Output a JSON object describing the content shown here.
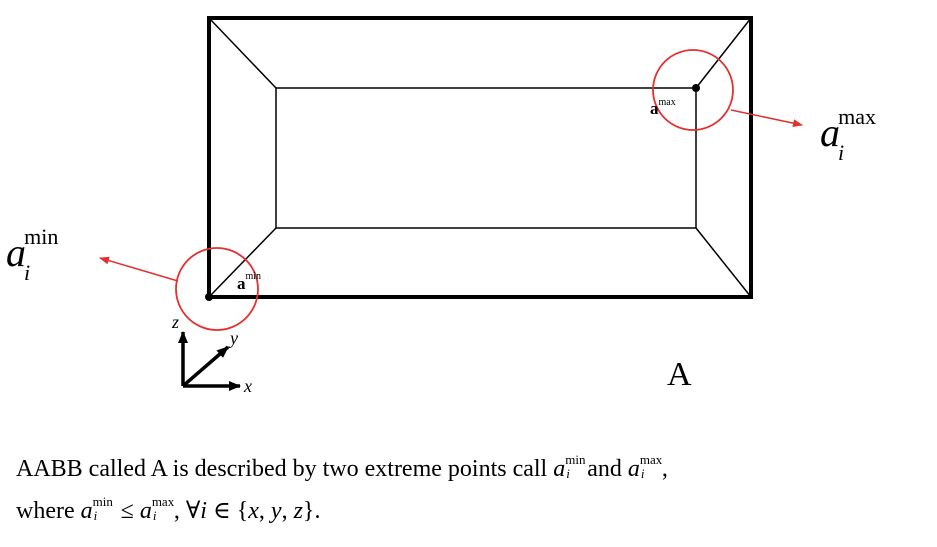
{
  "diagram": {
    "box_label": "A",
    "a_max_inner_label": {
      "base": "a",
      "sup": "max"
    },
    "a_min_inner_label": {
      "base": "a",
      "sup": "min"
    },
    "a_max_callout": {
      "base": "a",
      "sub": "i",
      "sup": "max"
    },
    "a_min_callout": {
      "base": "a",
      "sub": "i",
      "sup": "min"
    },
    "axes": {
      "x": "x",
      "y": "y",
      "z": "z"
    },
    "colors": {
      "highlight": "#e53030",
      "stroke": "#000000"
    }
  },
  "caption": {
    "line1": {
      "text_before": "AABB called A is described by two extreme points call ",
      "var1": {
        "base": "a",
        "sub": "i",
        "sup": "min"
      },
      "text_middle": "and ",
      "var2": {
        "base": "a",
        "sub": "i",
        "sup": "max"
      },
      "text_after": ","
    },
    "line2": {
      "text_before": "where ",
      "var1": {
        "base": "a",
        "sub": "i",
        "sup": "min"
      },
      "relation": " ≤ ",
      "var2": {
        "base": "a",
        "sub": "i",
        "sup": "max"
      },
      "condition": ", ∀",
      "index": "i",
      "membership": " ∈ {",
      "set_x": "x",
      "comma1": ", ",
      "set_y": "y",
      "comma2": ", ",
      "set_z": "z",
      "close": "}."
    }
  }
}
